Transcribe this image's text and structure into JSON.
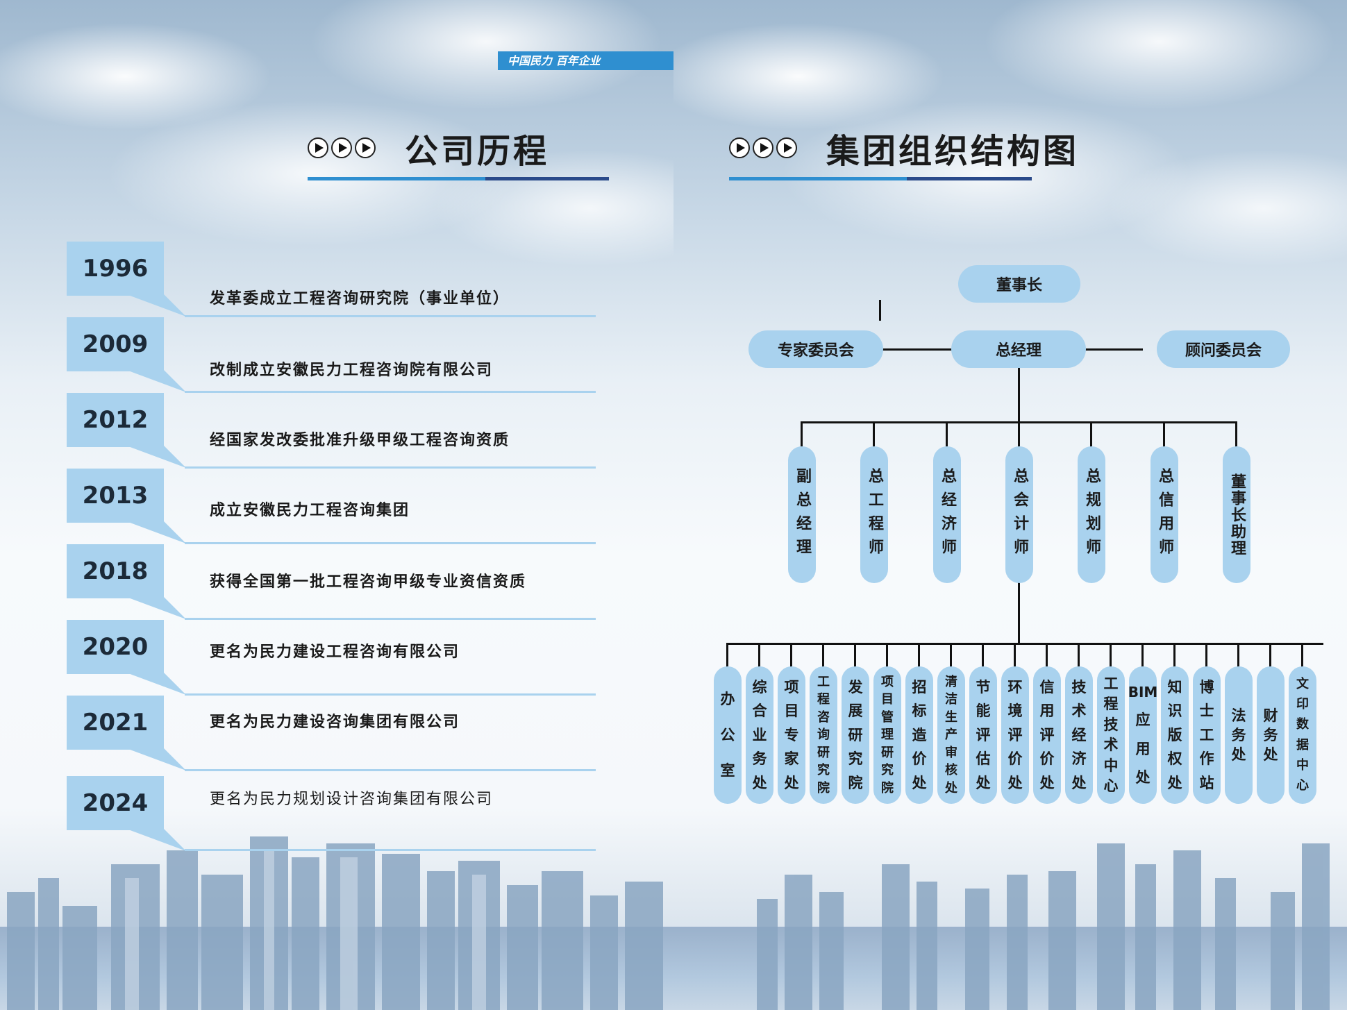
{
  "brand": {
    "tagline": "中国民力  百年企业"
  },
  "history": {
    "title": "公司历程",
    "items": [
      {
        "year": "1996",
        "text": "发革委成立工程咨询研究院（事业单位）"
      },
      {
        "year": "2009",
        "text": "改制成立安徽民力工程咨询院有限公司"
      },
      {
        "year": "2012",
        "text": "经国家发改委批准升级甲级工程咨询资质"
      },
      {
        "year": "2013",
        "text": "成立安徽民力工程咨询集团"
      },
      {
        "year": "2018",
        "text": "获得全国第一批工程咨询甲级专业资信资质"
      },
      {
        "year": "2020",
        "text": "更名为民力建设工程咨询有限公司"
      },
      {
        "year": "2021",
        "text": "更名为民力建设咨询集团有限公司"
      },
      {
        "year": "2024",
        "text": "更名为民力规划设计咨询集团有限公司"
      }
    ]
  },
  "org": {
    "title": "集团组织结构图",
    "chairman": "董事长",
    "gm": "总经理",
    "expert_committee": "专家委员会",
    "advisor_committee": "顾问委员会",
    "roles": [
      "副总经理",
      "总工程师",
      "总经济师",
      "总会计师",
      "总规划师",
      "总信用师",
      "董事长助理"
    ],
    "departments": [
      "办公室",
      "综合业务处",
      "项目专家处",
      "工程咨询研究院",
      "发展研究院",
      "项目管理研究院",
      "招标造价处",
      "清洁生产审核处",
      "节能评估处",
      "环境评价处",
      "信用评价处",
      "技术经济处",
      "工程技术中心",
      "BIM应用处",
      "知识版权处",
      "博士工作站",
      "法务处",
      "财务处",
      "文印数据中心"
    ]
  },
  "colors": {
    "accent_light": "#a9d2ee",
    "accent_blue": "#2f8fd0",
    "accent_dark": "#2a4a8a"
  }
}
